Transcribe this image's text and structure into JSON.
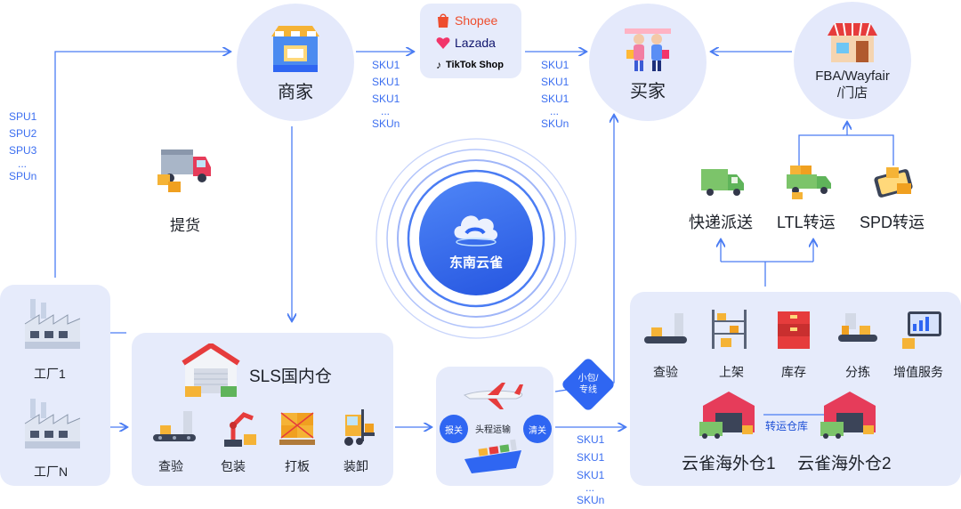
{
  "platforms": {
    "shopee": "Shopee",
    "lazada": "Lazada",
    "tiktok": "TikTok Shop"
  },
  "nodes": {
    "merchant": "商家",
    "buyer": "买家",
    "fba": "FBA/Wayfair\n/门店",
    "pickup": "提货",
    "brand": "东南云雀",
    "factory1": "工厂1",
    "factoryN": "工厂N",
    "express": "快递派送",
    "ltl": "LTL转运",
    "spd": "SPD转运"
  },
  "spu_list": [
    "SPU1",
    "SPU2",
    "SPU3",
    "...",
    "SPUn"
  ],
  "sku_list": [
    "SKU1",
    "SKU1",
    "SKU1",
    "...",
    "SKUn"
  ],
  "domestic_warehouse": {
    "title": "SLS国内仓",
    "steps": [
      "查验",
      "包装",
      "打板",
      "装卸"
    ]
  },
  "freight": {
    "customs_out": "报关",
    "label": "头程运输",
    "customs_in": "清关",
    "parcel": "小包/\n专线"
  },
  "overseas": {
    "steps": [
      "查验",
      "上架",
      "库存",
      "分拣",
      "增值服务"
    ],
    "transfer": "转运仓库",
    "warehouse1": "云雀海外仓1",
    "warehouse2": "云雀海外仓2"
  },
  "colors": {
    "accent": "#2f66f2",
    "panel": "#e6ebfb",
    "line": "#4a7cf3"
  }
}
